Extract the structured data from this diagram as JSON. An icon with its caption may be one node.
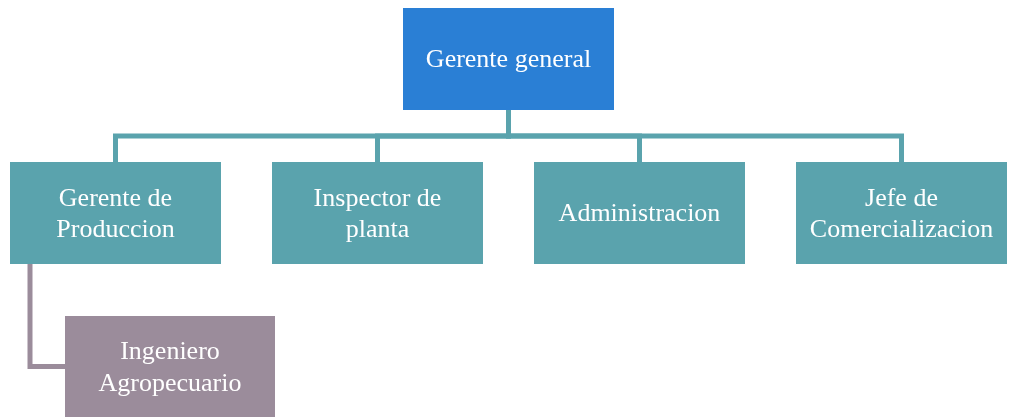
{
  "diagram": {
    "nodes": [
      {
        "text": [
          "Gerente general"
        ]
      },
      {
        "text": [
          "Gerente de Produccion"
        ]
      },
      {
        "text": [
          "Inspector de planta"
        ]
      },
      {
        "text": [
          "Administracion"
        ]
      },
      {
        "text": [
          "Jefe de Comercializacion"
        ]
      },
      {
        "text": [
          "Ingeniero Agropecuario"
        ]
      }
    ],
    "edges": [
      {
        "from": 0,
        "to": 1,
        "arrow": "none"
      },
      {
        "from": 0,
        "to": 2,
        "arrow": "none"
      },
      {
        "from": 0,
        "to": 3,
        "arrow": "none"
      },
      {
        "from": 0,
        "to": 4,
        "arrow": "none"
      },
      {
        "from": 1,
        "to": 5,
        "arrow": "none",
        "color": "#9b8c9b"
      }
    ]
  }
}
